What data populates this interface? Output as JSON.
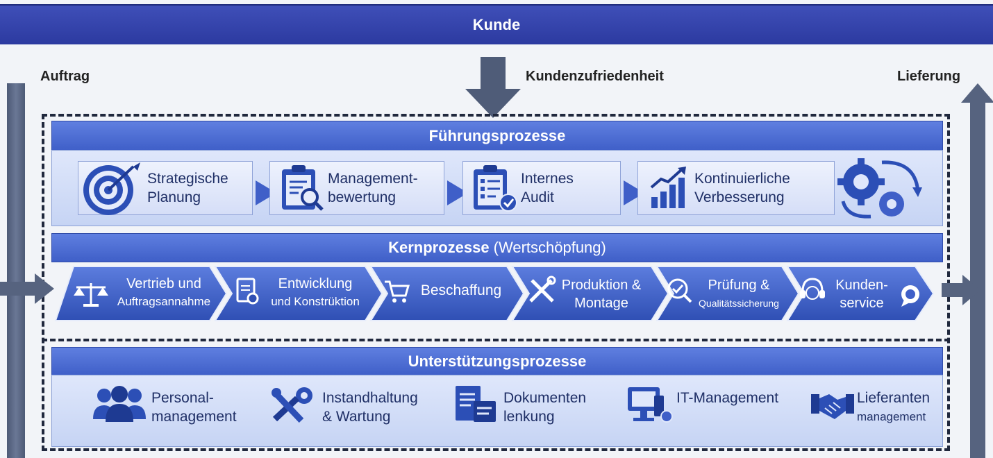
{
  "header": {
    "title": "Kunde"
  },
  "flow": {
    "left_label": "Auftrag",
    "center_label": "Kundenzufriedenheit",
    "right_label": "Lieferung"
  },
  "management": {
    "title": "Führungsprozesse",
    "items": [
      {
        "line1": "Strategische",
        "line2": "Planung",
        "icon": "target-icon"
      },
      {
        "line1": "Management-",
        "line2": "bewertung",
        "icon": "clipboard-search-icon"
      },
      {
        "line1": "Internes",
        "line2": "Audit",
        "icon": "checklist-icon"
      },
      {
        "line1": "Kontinuierliche",
        "line2": "Verbesserung",
        "icon": "growth-chart-icon"
      }
    ],
    "end_icon": "gears-cycle-icon"
  },
  "core": {
    "title": "Kernprozesse",
    "title_suffix": "(Wertschöpfung)",
    "items": [
      {
        "line1": "Vertrieb und",
        "line2": "Auftragsannahme",
        "icon": "scales-icon"
      },
      {
        "line1": "Entwicklung",
        "line2": "und Konstrüktion",
        "icon": "document-gear-icon"
      },
      {
        "line1": "Beschaffung",
        "line2": "",
        "icon": "cart-icon"
      },
      {
        "line1": "Produktion &",
        "line2": "Montage",
        "icon": "tools-icon"
      },
      {
        "line1": "Prüfung &",
        "line2": "Qualitätssicherung",
        "icon": "inspection-icon"
      },
      {
        "line1": "Kunden-",
        "line2": "service",
        "icon": "headset-icon"
      }
    ]
  },
  "support": {
    "title": "Unterstützungsprozesse",
    "items": [
      {
        "line1": "Personal-",
        "line2": "management",
        "icon": "people-icon"
      },
      {
        "line1": "Instandhaltung",
        "line2": "& Wartung",
        "icon": "wrench-gear-icon"
      },
      {
        "line1": "Dokumenten",
        "line2": "lenkung",
        "icon": "documents-icon"
      },
      {
        "line1": "IT-Management",
        "line2": "",
        "icon": "computer-icon"
      },
      {
        "line1": "Lieferanten",
        "line2": "management",
        "icon": "handshake-icon"
      }
    ]
  }
}
